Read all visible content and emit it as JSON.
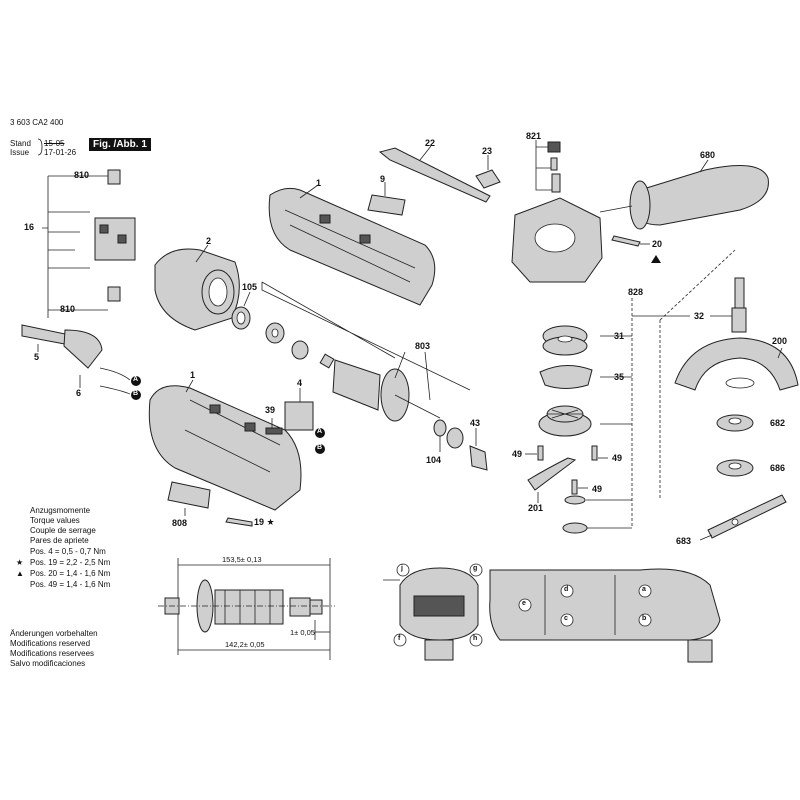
{
  "header": {
    "doc_number": "3 603 CA2 400",
    "stand_label": "Stand",
    "issue_label": "Issue",
    "stand_date_struck": "15-05",
    "issue_date": "17-01-26",
    "fig_label": "Fig. /Abb. 1"
  },
  "torque": {
    "titles": [
      "Anzugsmomente",
      "Torque values",
      "Couple de serrage",
      "Pares de apriete"
    ],
    "rows": [
      {
        "marker": "",
        "text": "Pos.   4 = 0,5 - 0,7 Nm"
      },
      {
        "marker": "★",
        "text": "Pos. 19 = 2,2 - 2,5 Nm"
      },
      {
        "marker": "▲",
        "text": "Pos. 20 = 1,4 - 1,6 Nm"
      },
      {
        "marker": "",
        "text": "Pos. 49 = 1,4 - 1,6 Nm"
      }
    ]
  },
  "notes": [
    "Änderungen vorbehalten",
    "Modifications reserved",
    "Modifications reservees",
    "Salvo modificaciones"
  ],
  "dimensions": {
    "top": "153,5± 0,13",
    "bottom": "142,2± 0,05",
    "small": "1± 0,05"
  },
  "labels": {
    "p810a": "810",
    "p16": "16",
    "p810b": "810",
    "p2": "2",
    "p1a": "1",
    "p9": "9",
    "p22": "22",
    "p23": "23",
    "p821": "821",
    "p680": "680",
    "p20": "20",
    "p105": "105",
    "p5": "5",
    "p6": "6",
    "p803": "803",
    "p828": "828",
    "p32": "32",
    "p200": "200",
    "p31": "31",
    "p35": "35",
    "p1b": "1",
    "p4": "4",
    "p39": "39",
    "p43": "43",
    "p104": "104",
    "p682": "682",
    "p49a": "49",
    "p49b": "49",
    "p49c": "49",
    "p686": "686",
    "p201": "201",
    "p808": "808",
    "p19": "19 ★",
    "p683": "683"
  },
  "callouts": [
    "A",
    "B",
    "A",
    "B",
    "j",
    "g",
    "f",
    "h",
    "d",
    "e",
    "c",
    "a",
    "b"
  ]
}
